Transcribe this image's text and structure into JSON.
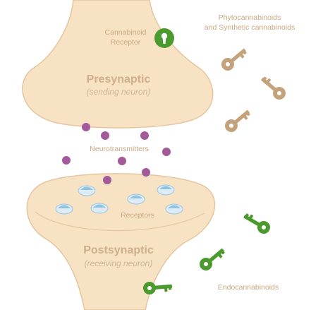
{
  "labels": {
    "cb_receptor_1": "Cannabinoid",
    "cb_receptor_2": "Receptor",
    "phyto_1": "Phytocannabinoids",
    "phyto_2": "and Synthetic cannabinoids",
    "pre_title": "Presynaptic",
    "pre_sub": "(sending neuron)",
    "neurotransmitters": "Neurotransmitters",
    "receptors": "Receptors",
    "post_title": "Postsynaptic",
    "post_sub": "(receiving neuron)",
    "endo": "Endocannabinoids"
  },
  "colors": {
    "neuron_fill": "#f7e2c4",
    "neuron_stroke": "#e4c6a0",
    "neurotransmitter": "#a25a9a",
    "receptor_blue": "#8fc3e0",
    "tan_key": "#c4a27c",
    "green_key": "#4a9a2e"
  },
  "icons": [
    "lock-icon",
    "key-icon"
  ]
}
